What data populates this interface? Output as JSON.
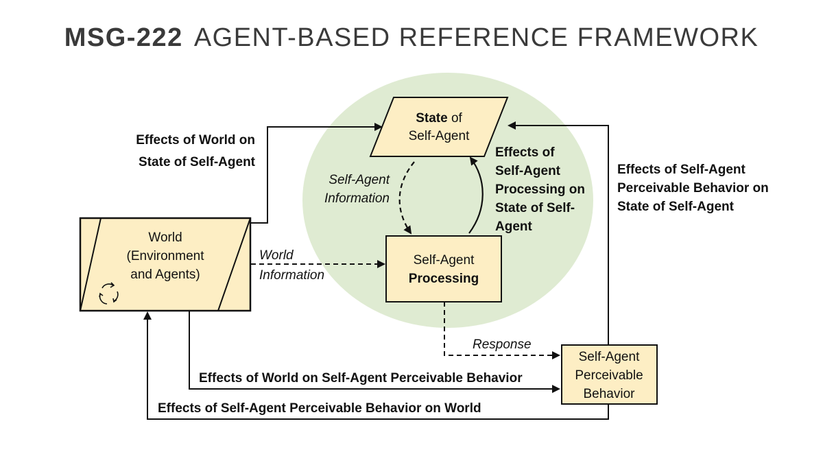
{
  "title": {
    "bold": "MSG-222",
    "rest": "AGENT-BASED REFERENCE FRAMEWORK"
  },
  "colors": {
    "node_fill": "#fdeec4",
    "ellipse_fill": "#dfebd2",
    "stroke": "#111111",
    "title": "#3a3a3a"
  },
  "nodes": {
    "state": {
      "line1_bold": "State",
      "line1_rest": " of",
      "line2": "Self-Agent"
    },
    "world": {
      "line1": "World",
      "line2": "(Environment",
      "line3": "and Agents)",
      "icon": "cycle-arrows-icon"
    },
    "processing": {
      "line1": "Self-Agent",
      "line2": "Processing"
    },
    "behavior": {
      "line1": "Self-Agent",
      "line2": "Perceivable",
      "line3": "Behavior"
    }
  },
  "edges": {
    "world_to_state": [
      "Effects of World on",
      "State of Self-Agent"
    ],
    "state_to_processing": [
      "Self-Agent",
      "Information"
    ],
    "processing_to_state": [
      "Effects of",
      "Self-Agent",
      "Processing on",
      "State of Self-",
      "Agent"
    ],
    "behavior_to_state": [
      "Effects of Self-Agent",
      "Perceivable Behavior on",
      "State of Self-Agent"
    ],
    "world_to_processing": [
      "World",
      "Information"
    ],
    "processing_to_behavior": "Response",
    "world_to_behavior": "Effects of World on Self-Agent Perceivable Behavior",
    "behavior_to_world": "Effects of Self-Agent Perceivable Behavior on World"
  }
}
